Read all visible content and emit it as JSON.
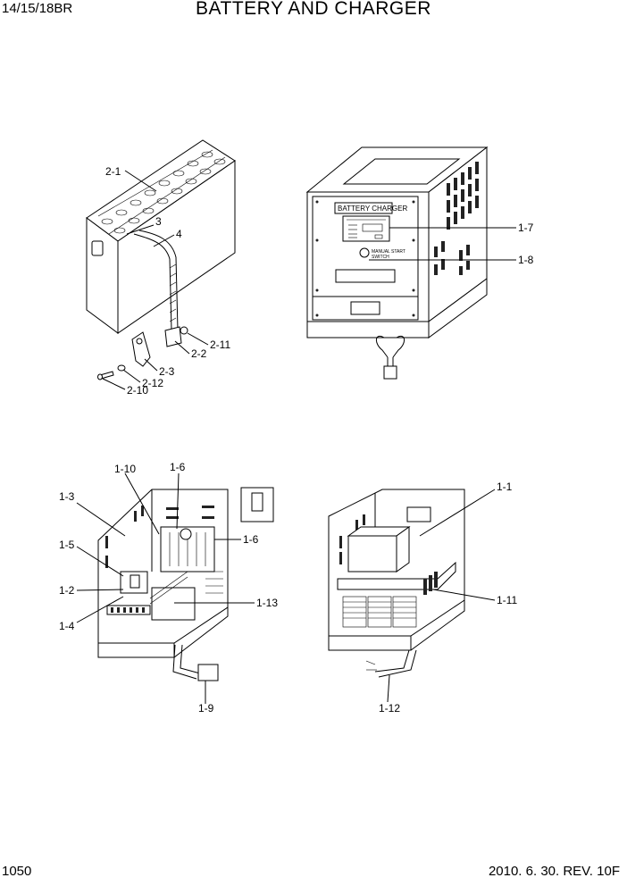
{
  "header": {
    "model": "14/15/18BR",
    "title": "BATTERY AND CHARGER"
  },
  "footer": {
    "page_number": "1050",
    "revision": "2010. 6. 30. REV. 10F"
  },
  "charger_panel": {
    "label": "BATTERY CHARGER",
    "switch_label_line1": "MANUAL START",
    "switch_label_line2": "SWITCH"
  },
  "callouts": {
    "battery": [
      "2-1",
      "3",
      "4",
      "2-11",
      "2-2",
      "2-3",
      "2-12",
      "2-10"
    ],
    "charger_front": [
      "1-7",
      "1-8"
    ],
    "charger_inside_left": [
      "1-10",
      "1-6",
      "1-3",
      "1-6",
      "1-5",
      "1-2",
      "1-13",
      "1-4",
      "1-9"
    ],
    "charger_inside_right": [
      "1-1",
      "1-11",
      "1-12"
    ]
  }
}
